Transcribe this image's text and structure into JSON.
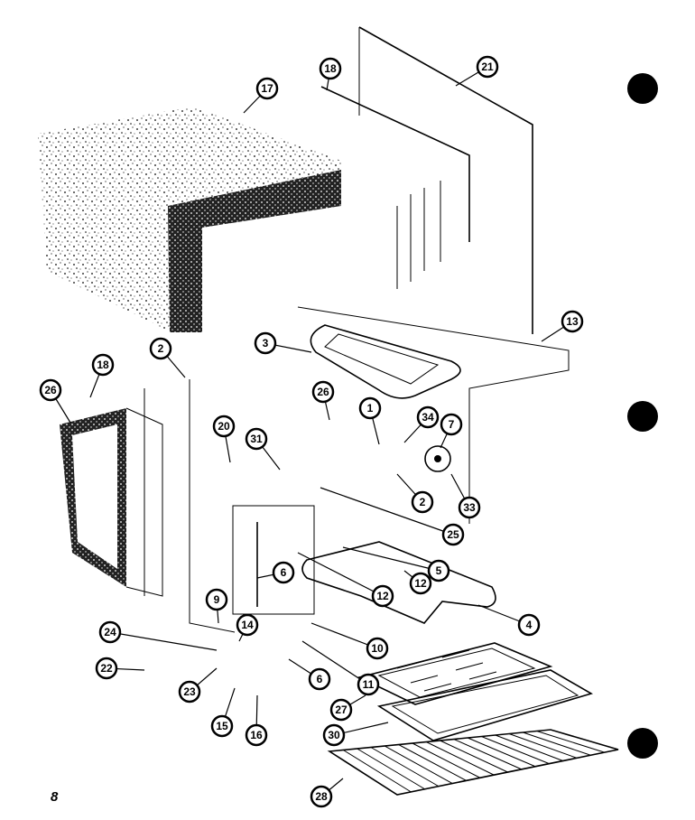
{
  "page": {
    "number": "8"
  },
  "callouts": [
    {
      "key": "c17",
      "label": "17"
    },
    {
      "key": "c18_top",
      "label": "18"
    },
    {
      "key": "c21",
      "label": "21"
    },
    {
      "key": "c13",
      "label": "13"
    },
    {
      "key": "c2_top",
      "label": "2"
    },
    {
      "key": "c3",
      "label": "3"
    },
    {
      "key": "c18_mid",
      "label": "18"
    },
    {
      "key": "c26_left",
      "label": "26"
    },
    {
      "key": "c26_mid",
      "label": "26"
    },
    {
      "key": "c1",
      "label": "1"
    },
    {
      "key": "c34",
      "label": "34"
    },
    {
      "key": "c7",
      "label": "7"
    },
    {
      "key": "c20",
      "label": "20"
    },
    {
      "key": "c31",
      "label": "31"
    },
    {
      "key": "c2_mid",
      "label": "2"
    },
    {
      "key": "c33",
      "label": "33"
    },
    {
      "key": "c25",
      "label": "25"
    },
    {
      "key": "c5",
      "label": "5"
    },
    {
      "key": "c6_left",
      "label": "6"
    },
    {
      "key": "c12_a",
      "label": "12"
    },
    {
      "key": "c12_b",
      "label": "12"
    },
    {
      "key": "c4",
      "label": "4"
    },
    {
      "key": "c9",
      "label": "9"
    },
    {
      "key": "c24",
      "label": "24"
    },
    {
      "key": "c14",
      "label": "14"
    },
    {
      "key": "c10",
      "label": "10"
    },
    {
      "key": "c11",
      "label": "11"
    },
    {
      "key": "c22",
      "label": "22"
    },
    {
      "key": "c23",
      "label": "23"
    },
    {
      "key": "c6_bottom",
      "label": "6"
    },
    {
      "key": "c27",
      "label": "27"
    },
    {
      "key": "c15",
      "label": "15"
    },
    {
      "key": "c16",
      "label": "16"
    },
    {
      "key": "c30",
      "label": "30"
    },
    {
      "key": "c28",
      "label": "28"
    }
  ]
}
